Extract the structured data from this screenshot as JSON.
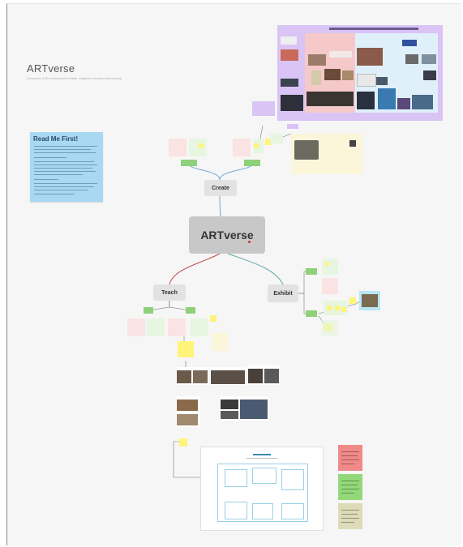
{
  "board": {
    "title": "ARTverse",
    "subtitle": "Concept for a 3D environment for artists, designers, educators and learning",
    "readme_title": "Read Me First!"
  },
  "mindmap": {
    "central": "ARTverse",
    "create": "Create",
    "teach": "Teach",
    "exhibit": "Exhibit"
  },
  "icons": {
    "connector": "connector-line-icon"
  },
  "colors": {
    "create_line": "#6fa6d6",
    "teach_line": "#c44a4a",
    "exhibit_line": "#5aa6a0",
    "purple_area": "#d9c4f5",
    "readme": "#a9d8f3"
  }
}
